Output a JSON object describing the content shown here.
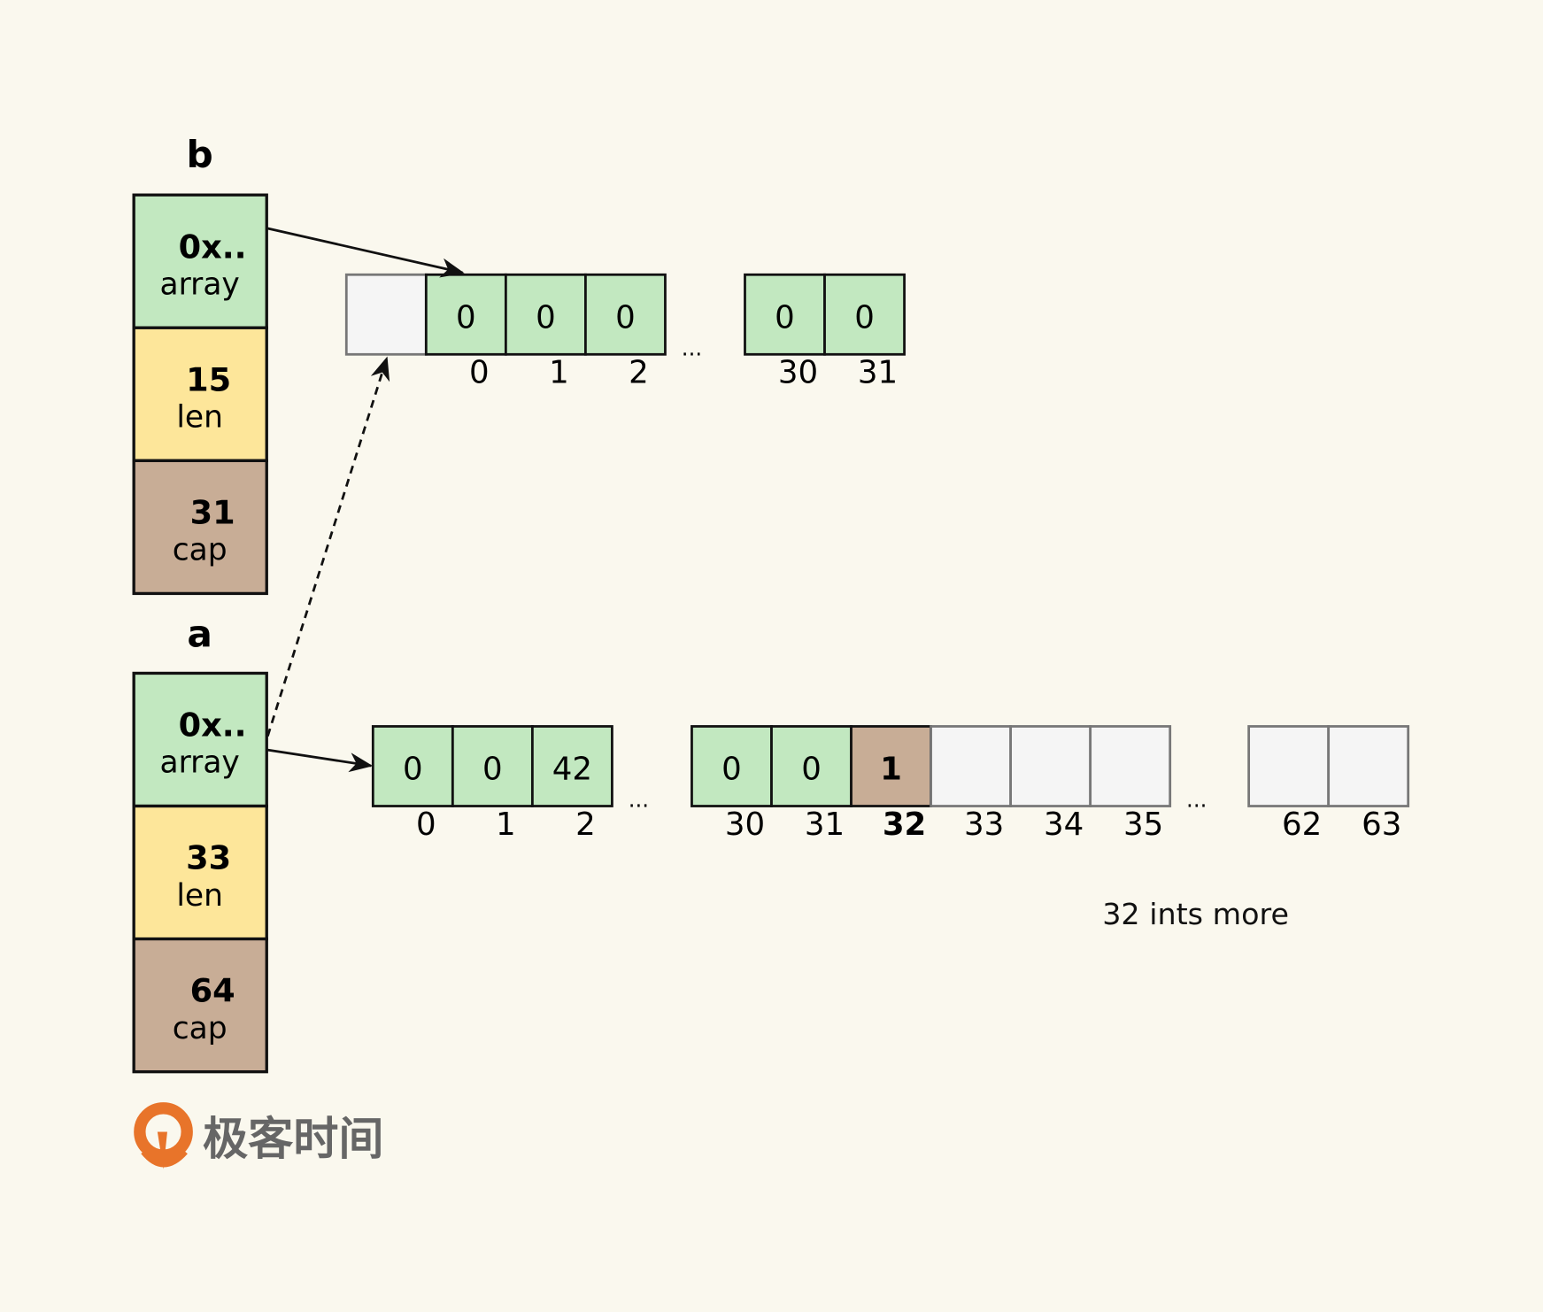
{
  "colors": {
    "background": "#faf8ee",
    "array_ptr": "#c2e8c0",
    "len": "#fde69a",
    "cap": "#c8ad96",
    "empty": "#f5f5f5",
    "appended": "#c8ad96"
  },
  "slices": [
    {
      "name": "b",
      "ptr": "0x..",
      "ptr_label": "array",
      "len": "15",
      "len_label": "len",
      "cap": "31",
      "cap_label": "cap"
    },
    {
      "name": "a",
      "ptr": "0x..",
      "ptr_label": "array",
      "len": "33",
      "len_label": "len",
      "cap": "64",
      "cap_label": "cap"
    }
  ],
  "arrays": {
    "top": {
      "groups": [
        {
          "cells": [
            {
              "value": "",
              "index": "",
              "kind": "empty"
            },
            {
              "value": "0",
              "index": "0",
              "kind": "filled"
            },
            {
              "value": "0",
              "index": "1",
              "kind": "filled"
            },
            {
              "value": "0",
              "index": "2",
              "kind": "filled"
            }
          ]
        },
        {
          "cells": [
            {
              "value": "0",
              "index": "30",
              "kind": "filled"
            },
            {
              "value": "0",
              "index": "31",
              "kind": "filled"
            }
          ]
        }
      ],
      "ellipsis": "..."
    },
    "bottom": {
      "groups": [
        {
          "cells": [
            {
              "value": "0",
              "index": "0",
              "kind": "filled"
            },
            {
              "value": "0",
              "index": "1",
              "kind": "filled"
            },
            {
              "value": "42",
              "index": "2",
              "kind": "filled"
            }
          ]
        },
        {
          "cells": [
            {
              "value": "0",
              "index": "30",
              "kind": "filled"
            },
            {
              "value": "0",
              "index": "31",
              "kind": "filled"
            },
            {
              "value": "1",
              "index": "32",
              "kind": "appended"
            },
            {
              "value": "",
              "index": "33",
              "kind": "empty"
            },
            {
              "value": "",
              "index": "34",
              "kind": "empty"
            },
            {
              "value": "",
              "index": "35",
              "kind": "empty"
            }
          ]
        },
        {
          "cells": [
            {
              "value": "",
              "index": "62",
              "kind": "empty"
            },
            {
              "value": "",
              "index": "63",
              "kind": "empty"
            }
          ]
        }
      ],
      "ellipsis": "...",
      "note": "32 ints more"
    }
  },
  "logo": {
    "text": "极客时间"
  }
}
